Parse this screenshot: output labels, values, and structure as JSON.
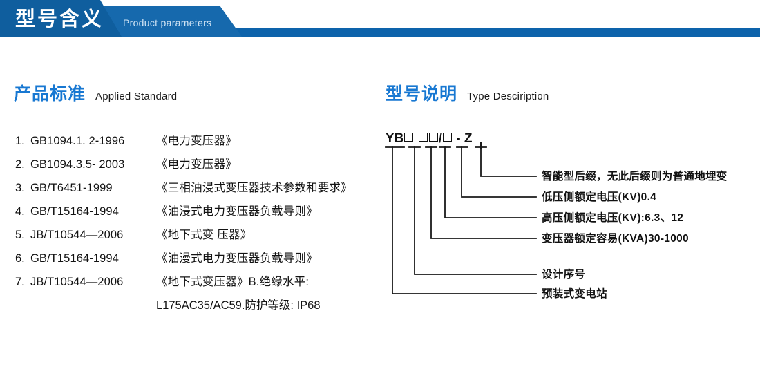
{
  "banner": {
    "title_cn": "型号含义",
    "title_en": "Product parameters",
    "color_main": "#1669ad",
    "color_accent": "#0f5e9e",
    "color_bar": "#0d63ab"
  },
  "sections": {
    "left": {
      "cn": "产品标准",
      "en": "Applied Standard"
    },
    "right": {
      "cn": "型号说明",
      "en": "Type Desciription"
    }
  },
  "standards": [
    {
      "num": "1.",
      "code": "GB1094.1. 2-1996",
      "title": "《电力变压器》"
    },
    {
      "num": "2.",
      "code": "GB1094.3.5- 2003",
      "title": "《电力变压器》"
    },
    {
      "num": "3.",
      "code": "GB/T6451-1999",
      "title": "《三相油浸式变压器技术参数和要求》"
    },
    {
      "num": "4.",
      "code": "GB/T15164-1994",
      "title": "《油浸式电力变压器负载导则》"
    },
    {
      "num": "5.",
      "code": "JB/T10544—2006",
      "title": "《地下式变 压器》"
    },
    {
      "num": "6.",
      "code": "GB/T15164-1994",
      "title": "《油漫式电力变压器负载导则》"
    },
    {
      "num": "7.",
      "code": "JB/T10544—2006",
      "title": "《地下式变压器》B.绝缘水平:"
    }
  ],
  "standards_continuation": "L175AC35/AC59.防护等级: IP68",
  "type_diagram": {
    "code_prefix": "YB",
    "code_separator": "/",
    "code_dash": "-",
    "code_suffix": "Z",
    "labels": [
      "智能型后缀，无此后缀则为普通地埋变",
      "低压侧额定电压(KV)0.4",
      "高压侧额定电压(KV):6.3、12",
      "变压器额定容易(KVA)30-1000",
      "设计序号",
      "预装式变电站"
    ]
  },
  "accent_color": "#1878d2",
  "text_color": "#121212"
}
